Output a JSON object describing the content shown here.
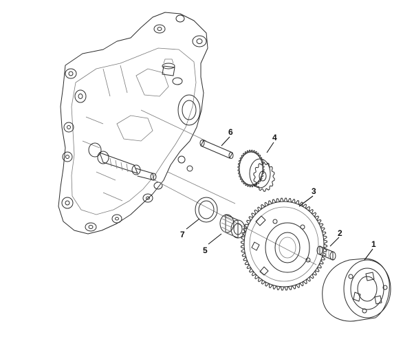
{
  "callouts": [
    {
      "id": "callout-1",
      "label": "1"
    },
    {
      "id": "callout-2",
      "label": "2"
    },
    {
      "id": "callout-3",
      "label": "3"
    },
    {
      "id": "callout-4",
      "label": "4"
    },
    {
      "id": "callout-5",
      "label": "5"
    },
    {
      "id": "callout-6",
      "label": "6"
    },
    {
      "id": "callout-7",
      "label": "7"
    }
  ],
  "colors": {
    "line": "#2a2a2a",
    "background": "#ffffff"
  }
}
